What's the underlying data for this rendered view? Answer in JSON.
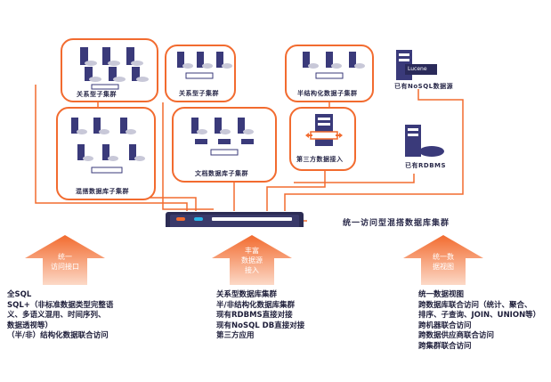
{
  "clusters": {
    "relational_1": "关系型子集群",
    "relational_2": "关系型子集群",
    "semi_structured": "半结构化数据子集群",
    "mixed": "混搭数据库子集群",
    "document": "文档数据库子集群",
    "third_party": "第三方数据接入"
  },
  "external": {
    "nosql": "已有NoSQL数据源",
    "nosql_badge": "Lucene",
    "rdbms": "已有RDBMS"
  },
  "main_title": "统一访问型混搭数据库集群",
  "arrows": {
    "left": [
      "统一",
      "访问接口"
    ],
    "middle": [
      "丰富",
      "数据源",
      "接入"
    ],
    "right": [
      "统一数",
      "据视图"
    ]
  },
  "descriptions": {
    "left": [
      "全SQL",
      "SQL+（非标准数据类型完整语",
      "义、多语义混用、时间序列、",
      "数据透视等）",
      "（半/非）结构化数据联合访问"
    ],
    "middle": [
      "关系型数据库集群",
      "半/非结构化数据库集群",
      "现有RDBMS直接对接",
      "现有NoSQL DB直接对接",
      "第三方应用"
    ],
    "right": [
      "统一数据视图",
      "跨数据库联合访问（统计、聚合、",
      "排序、子查询、JOIN、UNION等）",
      "跨机器联合访问",
      "跨数据供应商联合访问",
      "跨集群联合访问"
    ]
  },
  "colors": {
    "accent": "#f26b2f",
    "server": "#3a3a7a",
    "text": "#2a2a4a"
  }
}
